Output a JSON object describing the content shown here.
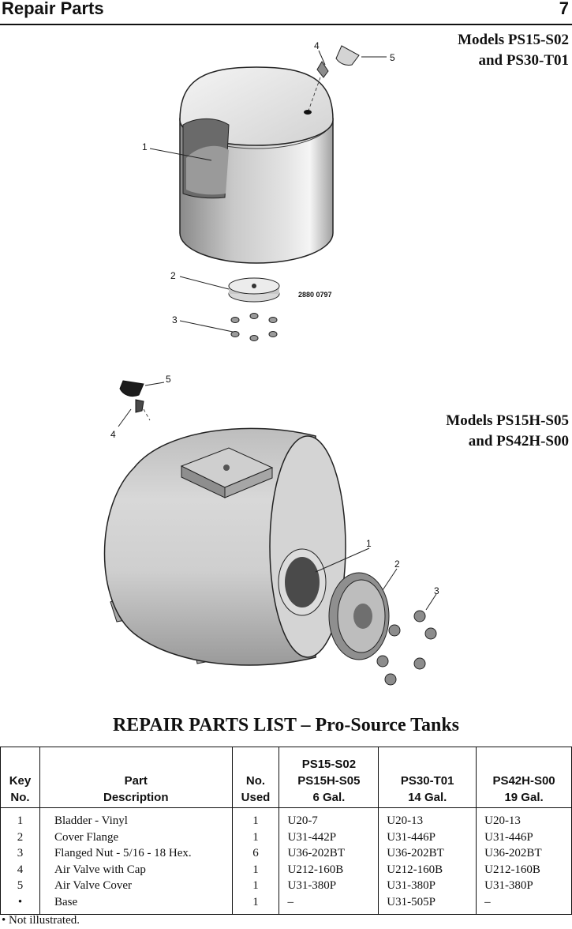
{
  "header": {
    "title": "Repair Parts",
    "page_number": "7"
  },
  "illustration1": {
    "models_line1": "Models PS15-S02",
    "models_line2": "and PS30-T01",
    "callouts": [
      "1",
      "2",
      "3",
      "4",
      "5"
    ],
    "figure_number": "2880 0797"
  },
  "illustration2": {
    "models_line1": "Models PS15H-S05",
    "models_line2": "and PS42H-S00",
    "callouts": [
      "1",
      "2",
      "3",
      "4",
      "5"
    ]
  },
  "section_title": "REPAIR PARTS LIST – Pro-Source Tanks",
  "table": {
    "headers": {
      "key": [
        "Key",
        "No."
      ],
      "desc": [
        "Part",
        "Description"
      ],
      "used": [
        "No.",
        "Used"
      ],
      "col1": [
        "PS15-S02",
        "PS15H-S05",
        "6 Gal."
      ],
      "col2": [
        "PS30-T01",
        "14 Gal."
      ],
      "col3": [
        "PS42H-S00",
        "19 Gal."
      ]
    },
    "rows": [
      {
        "key": "1",
        "desc": "Bladder - Vinyl",
        "used": "1",
        "p1": "U20-7",
        "p2": "U20-13",
        "p3": "U20-13"
      },
      {
        "key": "2",
        "desc": "Cover Flange",
        "used": "1",
        "p1": "U31-442P",
        "p2": "U31-446P",
        "p3": "U31-446P"
      },
      {
        "key": "3",
        "desc": "Flanged Nut - 5/16 - 18 Hex.",
        "used": "6",
        "p1": "U36-202BT",
        "p2": "U36-202BT",
        "p3": "U36-202BT"
      },
      {
        "key": "4",
        "desc": "Air Valve with Cap",
        "used": "1",
        "p1": "U212-160B",
        "p2": "U212-160B",
        "p3": "U212-160B"
      },
      {
        "key": "5",
        "desc": "Air Valve Cover",
        "used": "1",
        "p1": "U31-380P",
        "p2": "U31-380P",
        "p3": "U31-380P"
      },
      {
        "key": "•",
        "desc": "Base",
        "used": "1",
        "p1": "–",
        "p2": "U31-505P",
        "p3": "–"
      }
    ]
  },
  "footnote": "• Not illustrated."
}
